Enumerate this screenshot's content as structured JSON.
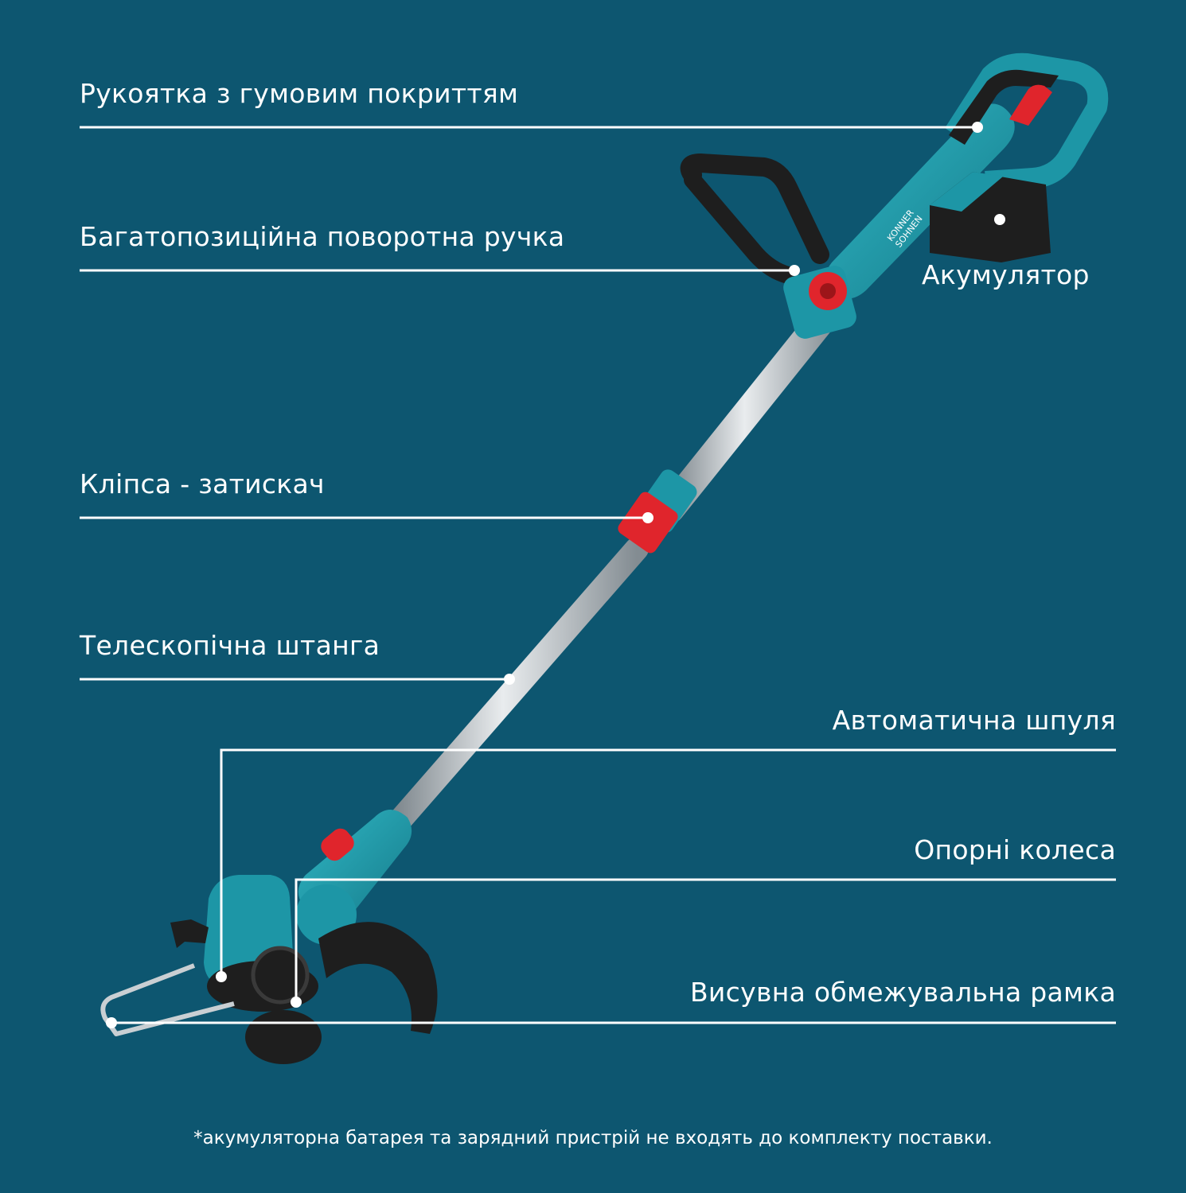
{
  "labels": {
    "grip": "Рукоятка з гумовим покриттям",
    "handle": "Багатопозиційна поворотна ручка",
    "battery": "Акумулятор",
    "clip": "Кліпса - затискач",
    "pole": "Телескопічна штанга",
    "spool": "Автоматична шпуля",
    "wheels": "Опорні колеса",
    "frame": "Висувна обмежувальна рамка"
  },
  "brand": {
    "line1": "KONNER",
    "line2": "SOHNEN"
  },
  "footnote": "*акумуляторна батарея та зарядний пристрій не входять до комплекту поставки.",
  "colors": {
    "background": "#0d5670",
    "tool_body": "#1d96a6",
    "accent_red": "#e0252c",
    "dark_parts": "#1e1e1e",
    "pole_metal": "#b9bfc4",
    "line": "#ffffff"
  }
}
